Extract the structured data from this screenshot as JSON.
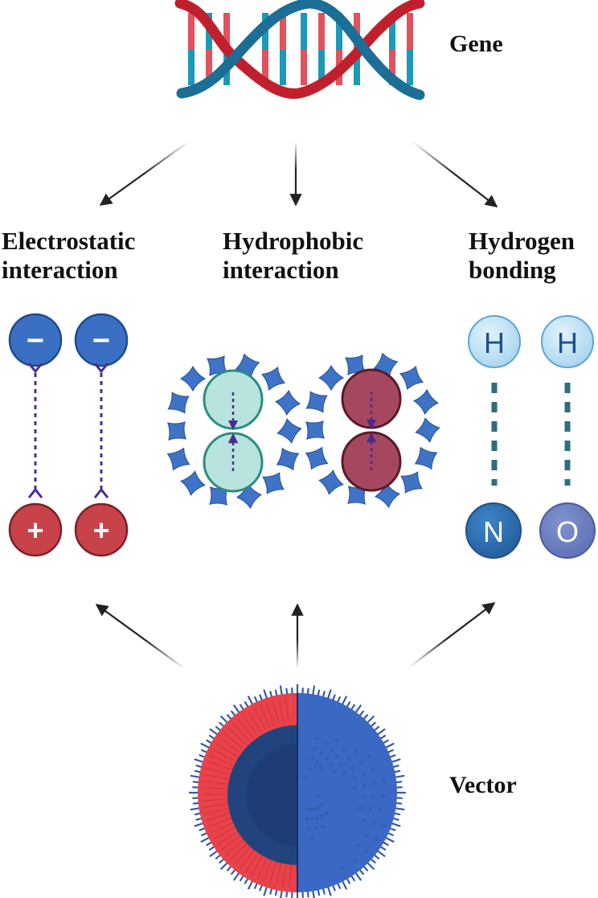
{
  "labels": {
    "gene": "Gene",
    "vector": "Vector",
    "electrostatic": {
      "line1": "Electrostatic",
      "line2": "interaction"
    },
    "hydrophobic": {
      "line1": "Hydrophobic",
      "line2": "interaction"
    },
    "hydrogen": {
      "line1": "Hydrogen",
      "line2": "bonding"
    }
  },
  "charges": {
    "negative": "−",
    "positive": "+"
  },
  "atoms": {
    "hydrogen": "H",
    "nitrogen": "N",
    "oxygen": "O"
  },
  "colors": {
    "dna_red": "#c0202e",
    "dna_blue": "#1b6e96",
    "base_blue": "#1a9ab8",
    "base_red": "#e0525c",
    "negative": "#3a6fc4",
    "positive": "#c8424a",
    "dash_purple": "#4b2c8c",
    "teal_fill": "#b9e3df",
    "teal_stroke": "#2c8c84",
    "maroon_fill": "#a5485f",
    "maroon_stroke": "#5a1a2a",
    "water": "#3f73c6",
    "h_fill": "#b8def2",
    "n_fill": "#2f72b4",
    "o_fill": "#6c82c4",
    "hbond": "#2f6e7c",
    "vector_blue": "#3a68c4",
    "vector_dark": "#22447e",
    "vector_red": "#e8424a"
  }
}
